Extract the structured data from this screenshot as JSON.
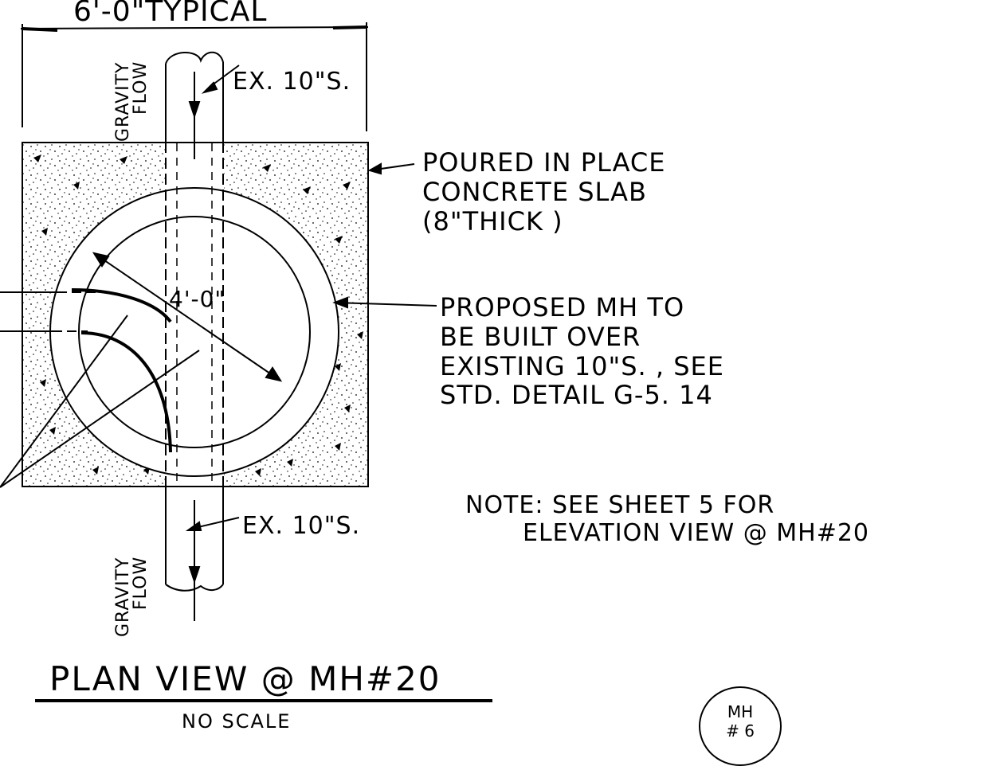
{
  "dimension_label": "6'-0\"TYPICAL",
  "pipe_top_label": "EX. 10\"S.",
  "pipe_bottom_label": "EX. 10\"S.",
  "flow_top": {
    "line1": "GRAVITY",
    "line2": "FLOW"
  },
  "flow_bottom": {
    "line1": "GRAVITY",
    "line2": "FLOW"
  },
  "slab_note": {
    "line1": "POURED IN PLACE",
    "line2": "CONCRETE SLAB",
    "line3": "(8\"THICK )"
  },
  "mh_note": {
    "line1": "PROPOSED MH TO",
    "line2": "BE BUILT OVER",
    "line3": "EXISTING 10\"S. , SEE",
    "line4": "STD. DETAIL G-5. 14"
  },
  "diameter_label": "4'-0\"",
  "sheet_note": {
    "line1": "NOTE: SEE SHEET 5 FOR",
    "line2": "ELEVATION VIEW @ MH#20"
  },
  "title": "PLAN VIEW @ MH#20",
  "scale": "NO SCALE",
  "badge": {
    "line1": "MH",
    "line2": "# 6"
  }
}
